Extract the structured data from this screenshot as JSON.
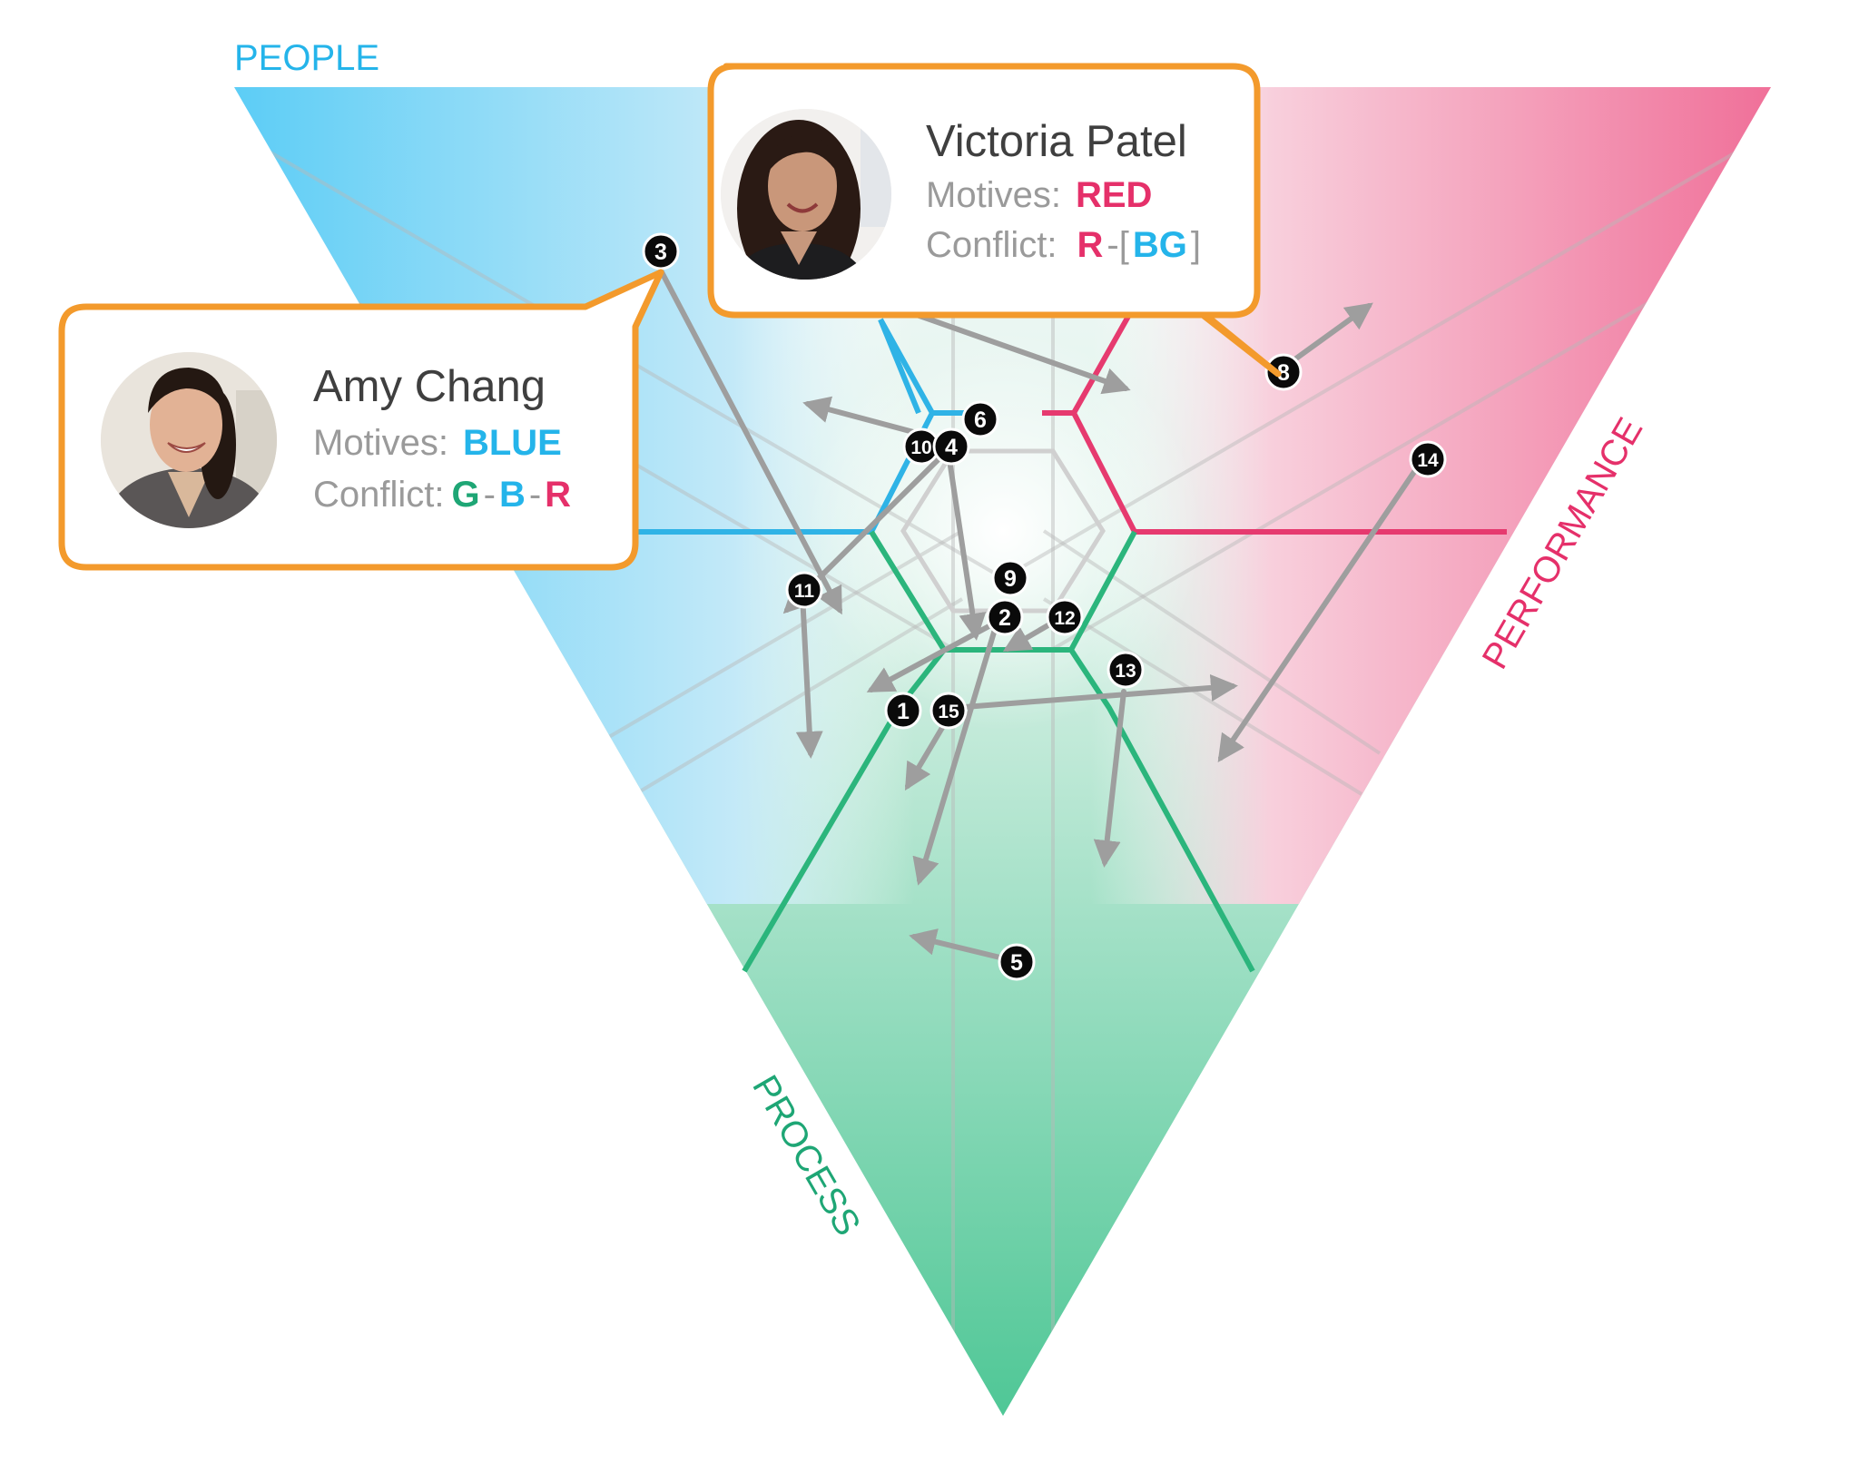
{
  "axes": {
    "people": {
      "label": "PEOPLE",
      "color": "#24b4ea"
    },
    "performance": {
      "label": "PERFORMANCE",
      "color": "#e5306a"
    },
    "process": {
      "label": "PROCESS",
      "color": "#1ea675"
    }
  },
  "colors": {
    "blue": "#24b4ea",
    "red": "#e5306a",
    "green": "#23b27a",
    "card_border": "#f39a2c",
    "arrow": "#9e9e9e",
    "marker": "#0a0a0a"
  },
  "cards": {
    "victoria": {
      "name": "Victoria Patel",
      "motives_label": "Motives:",
      "motives_value": "RED",
      "conflict_label": "Conflict:",
      "conflict_parts": [
        "R",
        "-[",
        "BG",
        "]"
      ],
      "avatar_icon": "woman-portrait-photo"
    },
    "amy": {
      "name": "Amy Chang",
      "motives_label": "Motives:",
      "motives_value": "BLUE",
      "conflict_label": "Conflict:",
      "conflict_parts": [
        "G",
        "-",
        "B",
        "-",
        "R"
      ],
      "avatar_icon": "woman-portrait-photo"
    }
  },
  "markers": [
    {
      "label": "1"
    },
    {
      "label": "2"
    },
    {
      "label": "3"
    },
    {
      "label": "4"
    },
    {
      "label": "5"
    },
    {
      "label": "6"
    },
    {
      "label": "8"
    },
    {
      "label": "9"
    },
    {
      "label": "10"
    },
    {
      "label": "11"
    },
    {
      "label": "12"
    },
    {
      "label": "13"
    },
    {
      "label": "14"
    },
    {
      "label": "15"
    }
  ]
}
